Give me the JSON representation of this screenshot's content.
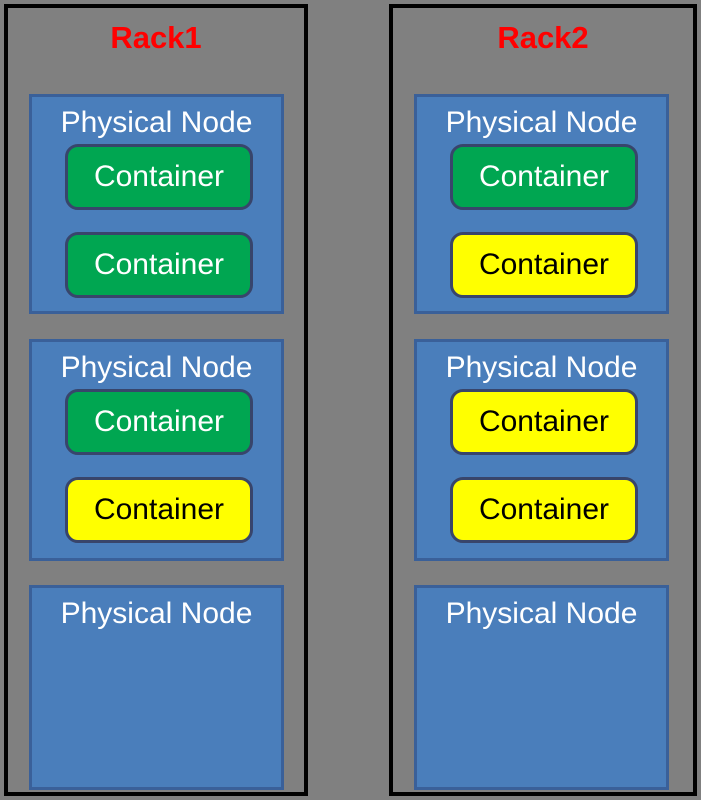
{
  "diagram": {
    "background_color": "#808080",
    "colors": {
      "rack_border": "#000000",
      "rack_fill": "#808080",
      "node_fill": "#4a7ebb",
      "node_border": "#3a6099",
      "container_border": "#38456b",
      "container_green": "#00a651",
      "container_yellow": "#ffff00",
      "title_red": "#ff0000",
      "node_label_white": "#ffffff",
      "yellow_label_black": "#000000"
    },
    "racks": [
      {
        "title": "Rack1",
        "nodes": [
          {
            "label": "Physical Node",
            "containers": [
              {
                "label": "Container",
                "color": "green"
              },
              {
                "label": "Container",
                "color": "green"
              }
            ]
          },
          {
            "label": "Physical Node",
            "containers": [
              {
                "label": "Container",
                "color": "green"
              },
              {
                "label": "Container",
                "color": "yellow"
              }
            ]
          },
          {
            "label": "Physical Node",
            "containers": []
          }
        ]
      },
      {
        "title": "Rack2",
        "nodes": [
          {
            "label": "Physical Node",
            "containers": [
              {
                "label": "Container",
                "color": "green"
              },
              {
                "label": "Container",
                "color": "yellow"
              }
            ]
          },
          {
            "label": "Physical Node",
            "containers": [
              {
                "label": "Container",
                "color": "yellow"
              },
              {
                "label": "Container",
                "color": "yellow"
              }
            ]
          },
          {
            "label": "Physical Node",
            "containers": []
          }
        ]
      }
    ]
  }
}
